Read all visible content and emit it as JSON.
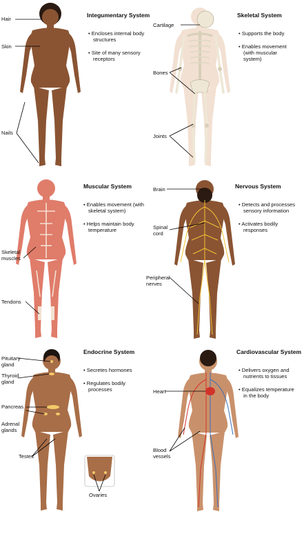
{
  "panels": {
    "integumentary": {
      "title": "Integumentary System",
      "bullets": [
        "Encloses internal body structures",
        "Site of many sensory receptors"
      ],
      "labels": {
        "hair": "Hair",
        "skin": "Skin",
        "nails": "Nails"
      }
    },
    "skeletal": {
      "title": "Skeletal System",
      "bullets": [
        "Supports the body",
        "Enables movement (with muscular system)"
      ],
      "labels": {
        "cartilage": "Cartilage",
        "bones": "Bones",
        "joints": "Joints"
      }
    },
    "muscular": {
      "title": "Muscular System",
      "bullets": [
        "Enables movement (with skeletal system)",
        "Helps maintain body temperature"
      ],
      "labels": {
        "skeletal_muscles": "Skeletal\nmuscles",
        "tendons": "Tendons"
      }
    },
    "nervous": {
      "title": "Nervous System",
      "bullets": [
        "Detects and processes sensory information",
        "Activates bodily responses"
      ],
      "labels": {
        "brain": "Brain",
        "spinal_cord": "Spinal\ncord",
        "peripheral_nerves": "Peripheral\nnerves"
      }
    },
    "endocrine": {
      "title": "Endocrine System",
      "bullets": [
        "Secretes hormones",
        "Regulates bodily processes"
      ],
      "labels": {
        "pituitary": "Pituitary\ngland",
        "thyroid": "Thyroid\ngland",
        "pancreas": "Pancreas",
        "adrenal": "Adrenal\nglands",
        "testes": "Testes",
        "ovaries": "Ovaries"
      }
    },
    "cardiovascular": {
      "title": "Cardiovascular System",
      "bullets": [
        "Delivers oxygen and nutrients to tissues",
        "Equalizes temperature in the body"
      ],
      "labels": {
        "heart": "Heart",
        "blood_vessels": "Blood\nvessels"
      }
    }
  },
  "colors": {
    "skin_dark": "#8a5433",
    "skin_medium": "#a86e48",
    "skin_light": "#c9916b",
    "bone": "#eee7d6",
    "muscle": "#e07c6a",
    "nerve": "#f2c033",
    "artery": "#d1322a",
    "vein": "#3d6fb8",
    "gland": "#f4c96a"
  }
}
